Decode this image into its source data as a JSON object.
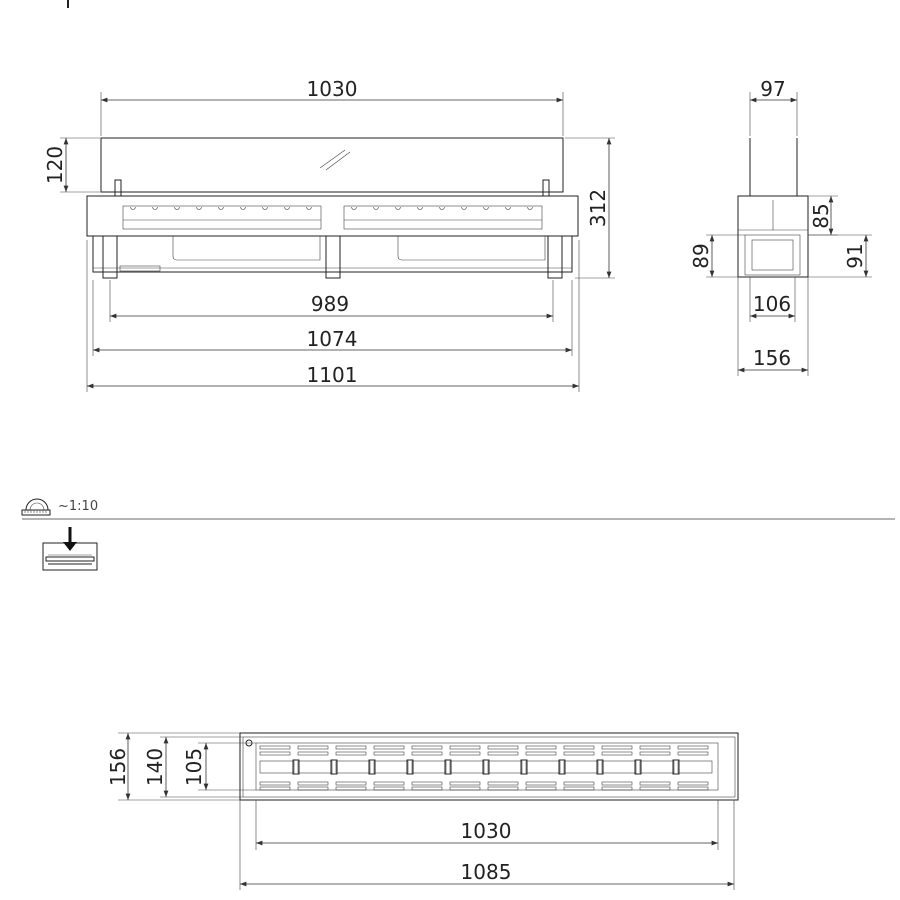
{
  "front_view": {
    "width_glass": "1030",
    "glass_height": "120",
    "total_height": "312",
    "inner_width": "989",
    "body_width": "1074",
    "total_width": "1101"
  },
  "side_view": {
    "rod_spacing": "97",
    "upper_height": "85",
    "left_height": "89",
    "right_height": "91",
    "inner_width": "106",
    "total_depth": "156"
  },
  "scale": {
    "label": "~1:10",
    "icon": "protractor-ruler-icon"
  },
  "install_icon": "insert-from-top-icon",
  "top_view": {
    "depth_total": "156",
    "depth_mid": "140",
    "depth_inner": "105",
    "inner_length": "1030",
    "total_length": "1085"
  }
}
